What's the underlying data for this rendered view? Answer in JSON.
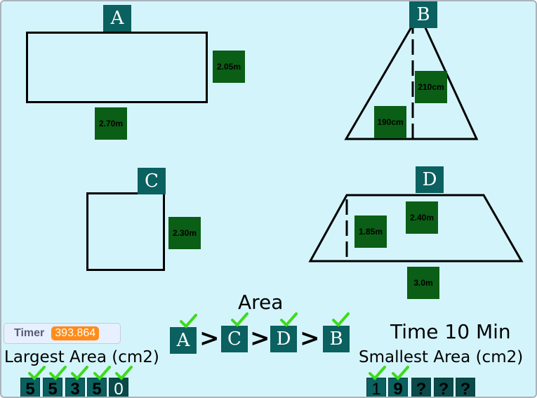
{
  "shapes": {
    "a": {
      "label": "A",
      "height": "2.05m",
      "width": "2.70m"
    },
    "b": {
      "label": "B",
      "height": "210cm",
      "base": "190cm"
    },
    "c": {
      "label": "C",
      "side": "2.30m"
    },
    "d": {
      "label": "D",
      "height": "1.85m",
      "top": "2.40m",
      "bottom": "3.0m"
    }
  },
  "area_order": {
    "title": "Area",
    "items": [
      "A",
      "C",
      "D",
      "B"
    ],
    "separator": ">"
  },
  "timer": {
    "name": "Timer",
    "value": "393.864"
  },
  "time_limit": "Time 10 Min",
  "largest": {
    "title": "Largest Area (cm2)",
    "digits": [
      "5",
      "5",
      "3",
      "5",
      "0"
    ]
  },
  "smallest": {
    "title": "Smallest Area (cm2)",
    "digits": [
      "1",
      "9",
      "?",
      "?",
      "?"
    ]
  },
  "colors": {
    "tile": "#0b6060",
    "measure": "#0b5e16",
    "check": "#3ddc1a",
    "stage": "#d4f4fc"
  }
}
